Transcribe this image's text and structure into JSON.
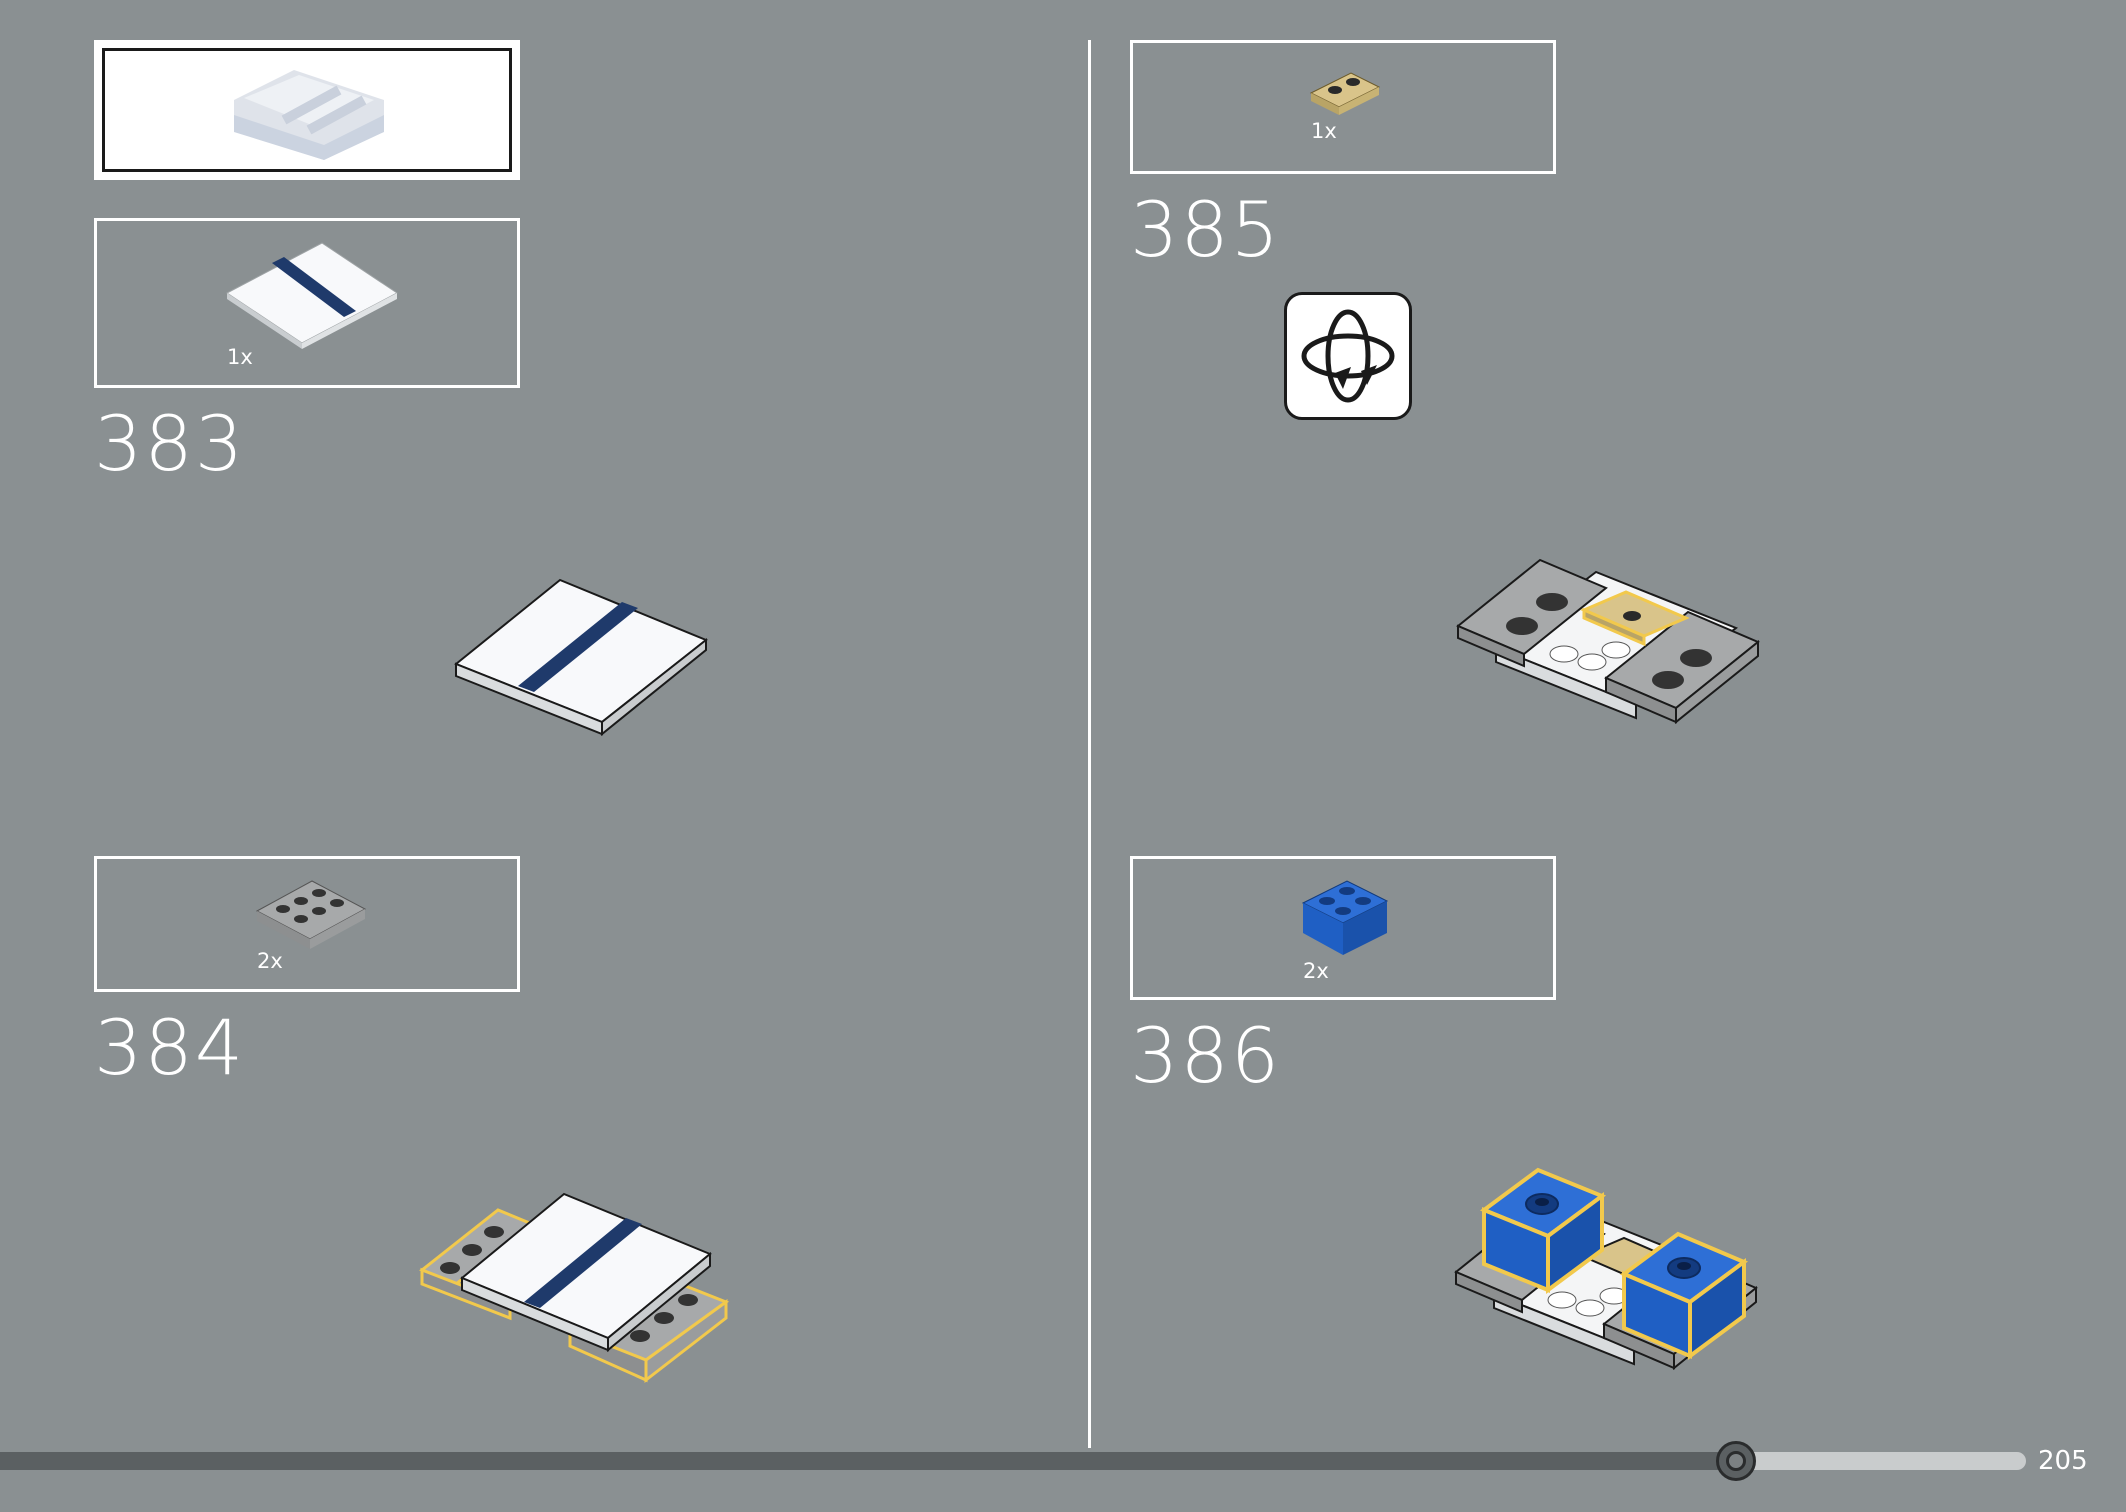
{
  "steps": [
    {
      "number": "383",
      "parts": [
        {
          "qty": "1x",
          "part": "white-tile-4x4-blue-stripe"
        }
      ]
    },
    {
      "number": "384",
      "parts": [
        {
          "qty": "2x",
          "part": "gray-plate-2x3"
        }
      ]
    },
    {
      "number": "385",
      "parts": [
        {
          "qty": "1x",
          "part": "tan-plate-1x2"
        }
      ]
    },
    {
      "number": "386",
      "parts": [
        {
          "qty": "2x",
          "part": "blue-brick-2x2"
        }
      ]
    }
  ],
  "rotate_icon": "rotate-model-icon",
  "page": {
    "number": "205",
    "progress": 0.845
  },
  "colors": {
    "background": "#8a9092",
    "frame": "#ffffff",
    "highlight": "#f2c94c",
    "stripe": "#1f3a6b",
    "brick_blue": "#1f5fc4",
    "tan": "#d9c48a",
    "gray": "#a7a9aa"
  }
}
